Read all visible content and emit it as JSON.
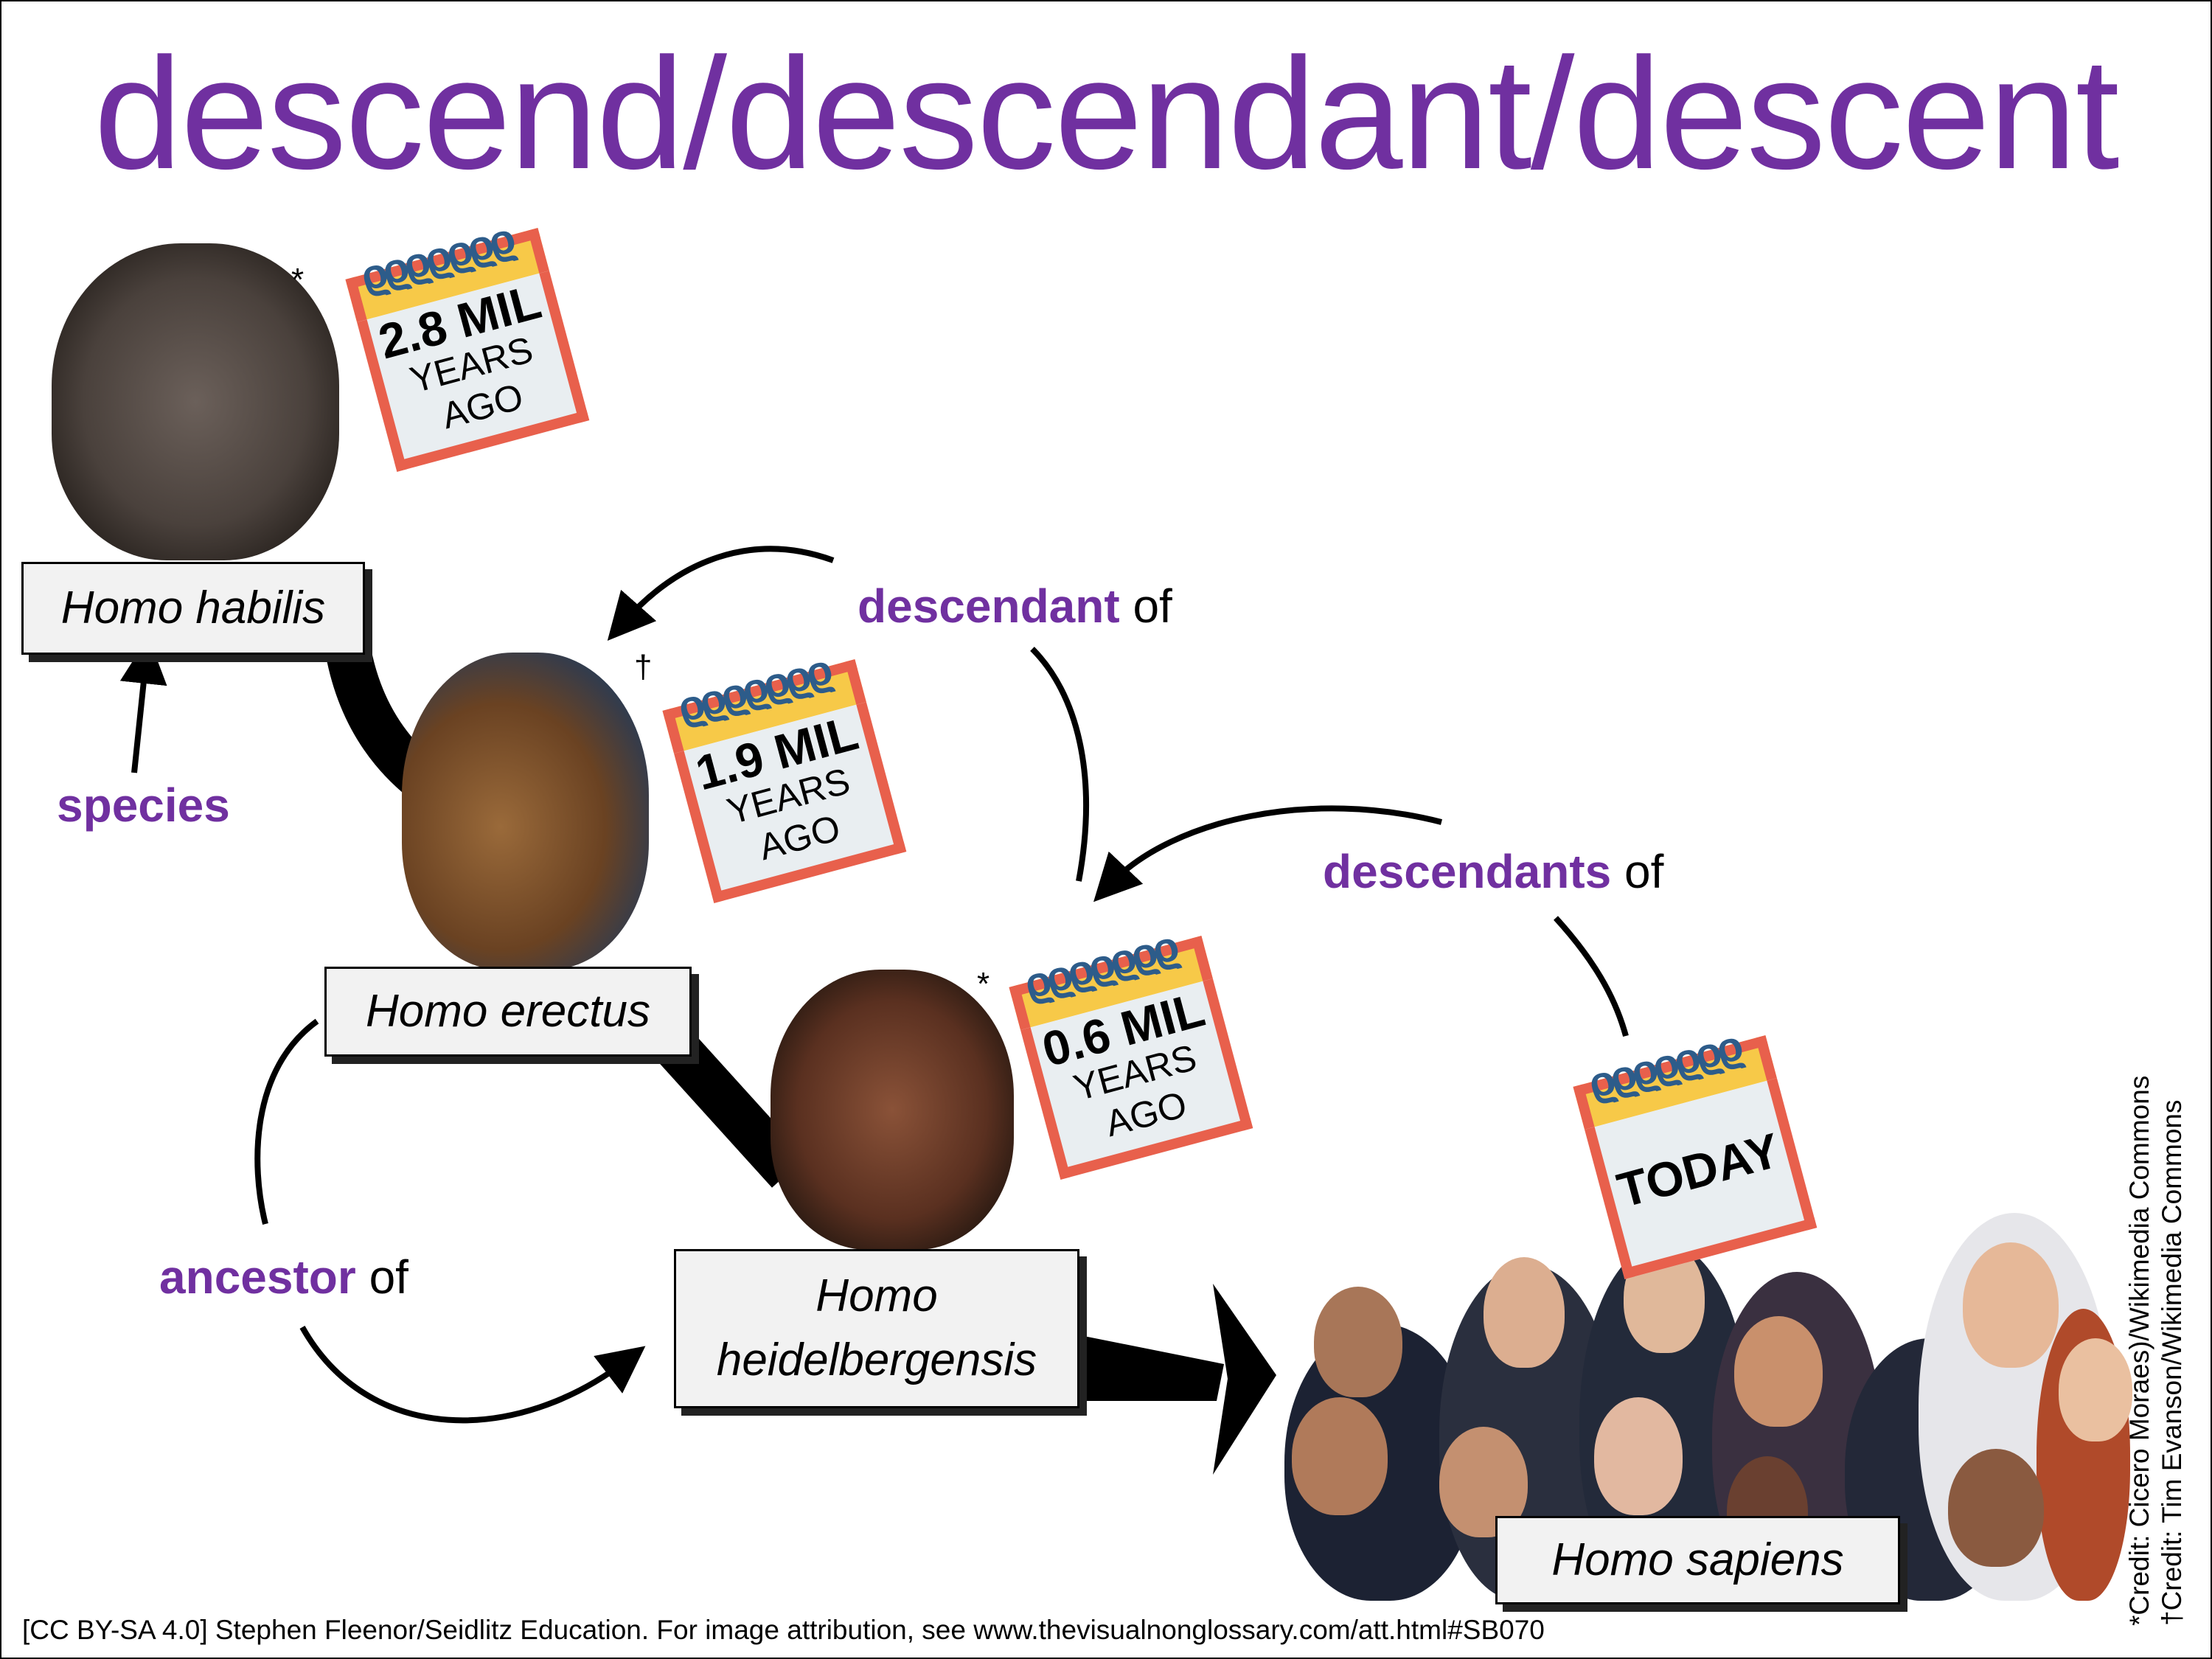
{
  "title": "descend/descendant/descent",
  "species_labels": {
    "habilis": "Homo habilis",
    "erectus": "Homo erectus",
    "heidelbergensis_line1": "Homo",
    "heidelbergensis_line2": "heidelbergensis",
    "sapiens": "Homo sapiens"
  },
  "relations": {
    "species": "species",
    "ancestor": "ancestor",
    "ancestor_of": "of",
    "descendant": "descendant",
    "descendant_of": "of",
    "descendants": "descendants",
    "descendants_of": "of"
  },
  "calendars": [
    {
      "big": "2.8 MIL",
      "line2": "YEARS",
      "line3": "AGO"
    },
    {
      "big": "1.9 MIL",
      "line2": "YEARS",
      "line3": "AGO"
    },
    {
      "big": "0.6 MIL",
      "line2": "YEARS",
      "line3": "AGO"
    },
    {
      "big": "TODAY"
    }
  ],
  "credit_marks": {
    "asterisk": "*",
    "dagger": "†"
  },
  "footer": "[CC BY-SA 4.0] Stephen Fleenor/Seidlitz Education. For image attribution, see www.thevisualnonglossary.com/att.html#SB070",
  "credits": {
    "line1": "*Credit: Cicero Moraes)/Wikimedia Commons",
    "line2": "†Credit: Tim Evanson/Wikimedia Commons"
  },
  "colors": {
    "accent": "#7030a0",
    "calendar_border": "#e8604c",
    "calendar_top": "#f7c948"
  }
}
